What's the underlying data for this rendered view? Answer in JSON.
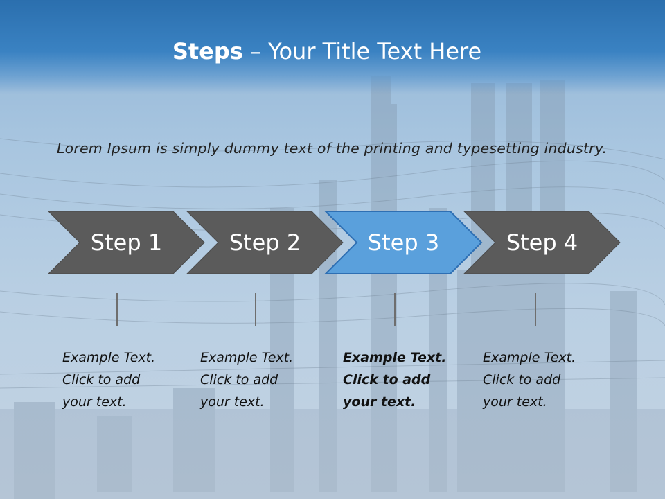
{
  "header": {
    "title_bold": "Steps",
    "title_rest": " – Your Title Text Here"
  },
  "intro_text": "Lorem Ipsum is simply dummy text of the printing and typesetting industry.",
  "steps": [
    {
      "label": "Step 1",
      "note": [
        "Example Text.",
        "Click  to add",
        "your text."
      ],
      "highlighted": false
    },
    {
      "label": "Step 2",
      "note": [
        "Example Text.",
        "Click  to add",
        "your text."
      ],
      "highlighted": false
    },
    {
      "label": "Step 3",
      "note": [
        "Example Text.",
        "Click  to add",
        "your text."
      ],
      "highlighted": true
    },
    {
      "label": "Step 4",
      "note": [
        "Example Text.",
        "Click  to add",
        "your text."
      ],
      "highlighted": false
    }
  ],
  "colors": {
    "header_blue": "#2b6fae",
    "chevron_gray": "#5b5b5b",
    "chevron_highlight": "#5aa0dc",
    "chevron_highlight_border": "#2e6fb3"
  }
}
